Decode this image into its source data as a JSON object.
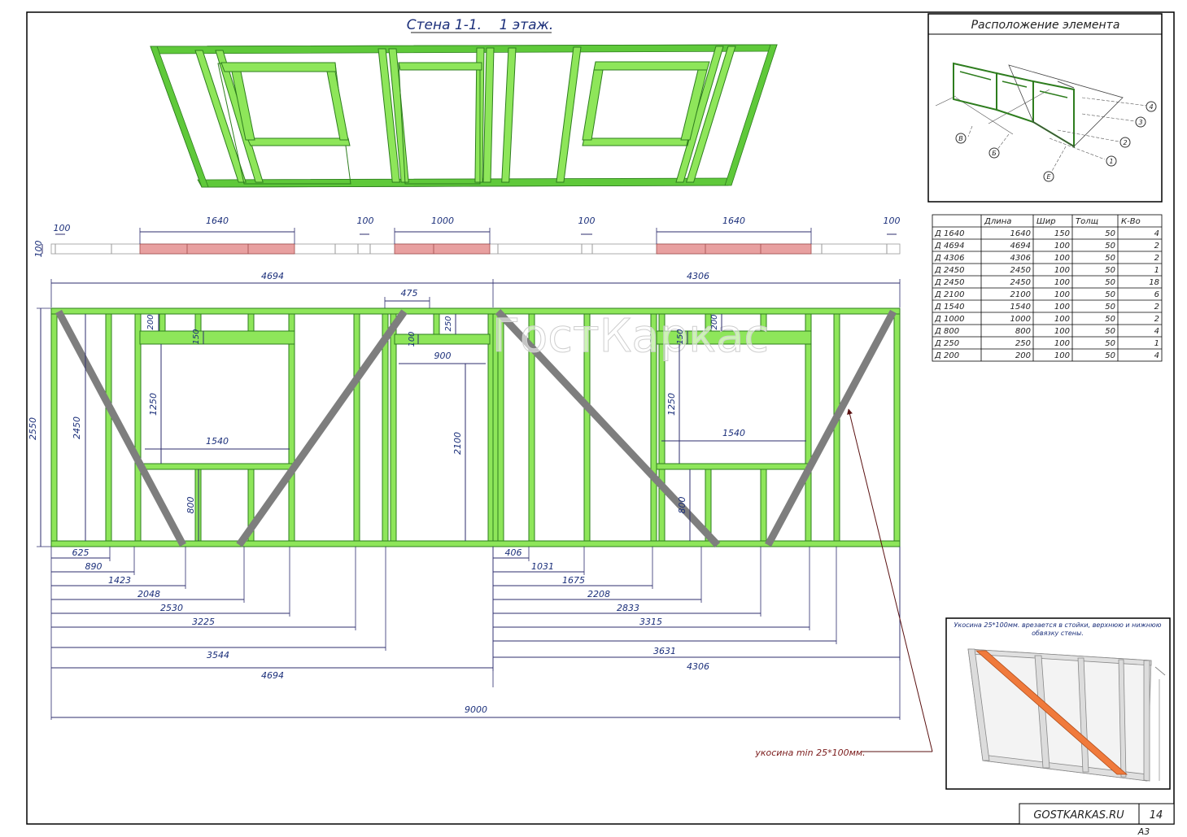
{
  "sheet": {
    "title": "Стена 1-1.    1 этаж.",
    "location_title": "Расположение элемента",
    "watermark": "ГостКаркас",
    "site": "GOSTKARKAS.RU",
    "page_number": "14",
    "format": "A3"
  },
  "location_axes": {
    "letters": [
      "В",
      "Б",
      "Е"
    ],
    "numbers": [
      "4",
      "3",
      "2",
      "1"
    ]
  },
  "plan_strip": {
    "height_label": "100",
    "labels": [
      "100",
      "1640",
      "100",
      "1000",
      "100",
      "1640",
      "100"
    ]
  },
  "elevation": {
    "total_height": "2550",
    "stud_height": "2450",
    "half_widths": [
      "4694",
      "4306"
    ],
    "door_offset": "475",
    "window_left": {
      "lintel_gap": "200",
      "lintel": "150",
      "height": "1250",
      "width": "1540",
      "sill": "800"
    },
    "door": {
      "lintel": "100",
      "top": "250",
      "width": "900",
      "height": "2100"
    },
    "window_right": {
      "lintel_gap": "200",
      "lintel": "150",
      "height": "1250",
      "width": "1540",
      "sill": "800"
    },
    "left_chain": [
      "625",
      "890",
      "1423",
      "2048",
      "2530",
      "3225",
      "3544",
      "4694"
    ],
    "right_chain": [
      "406",
      "1031",
      "1675",
      "2208",
      "2833",
      "3315",
      "3631",
      "4306"
    ],
    "overall": "9000",
    "brace_note": "укосина min 25*100мм."
  },
  "spec_table": {
    "headers": [
      "",
      "Длина",
      "Шир",
      "Толщ",
      "К-Во"
    ],
    "rows": [
      [
        "Д  1640",
        "1640",
        "150",
        "50",
        "4"
      ],
      [
        "Д  4694",
        "4694",
        "100",
        "50",
        "2"
      ],
      [
        "Д  4306",
        "4306",
        "100",
        "50",
        "2"
      ],
      [
        "Д  2450",
        "2450",
        "100",
        "50",
        "1"
      ],
      [
        "Д  2450",
        "2450",
        "100",
        "50",
        "18"
      ],
      [
        "Д  2100",
        "2100",
        "100",
        "50",
        "6"
      ],
      [
        "Д  1540",
        "1540",
        "100",
        "50",
        "2"
      ],
      [
        "Д  1000",
        "1000",
        "100",
        "50",
        "2"
      ],
      [
        "Д  800",
        "800",
        "100",
        "50",
        "4"
      ],
      [
        "Д  250",
        "250",
        "100",
        "50",
        "1"
      ],
      [
        "Д  200",
        "200",
        "100",
        "50",
        "4"
      ]
    ]
  },
  "inset": {
    "caption_line1": "Укосина 25*100мм. врезается в стойки, верхнюю и нижнюю",
    "caption_line2": "обвязку стены."
  },
  "colors": {
    "stud": "#8ee65a",
    "brace": "#7e7e7e",
    "dimension": "#1b2f7a",
    "plank": "#e8a0a0",
    "inset_brace": "#f07a3c"
  }
}
